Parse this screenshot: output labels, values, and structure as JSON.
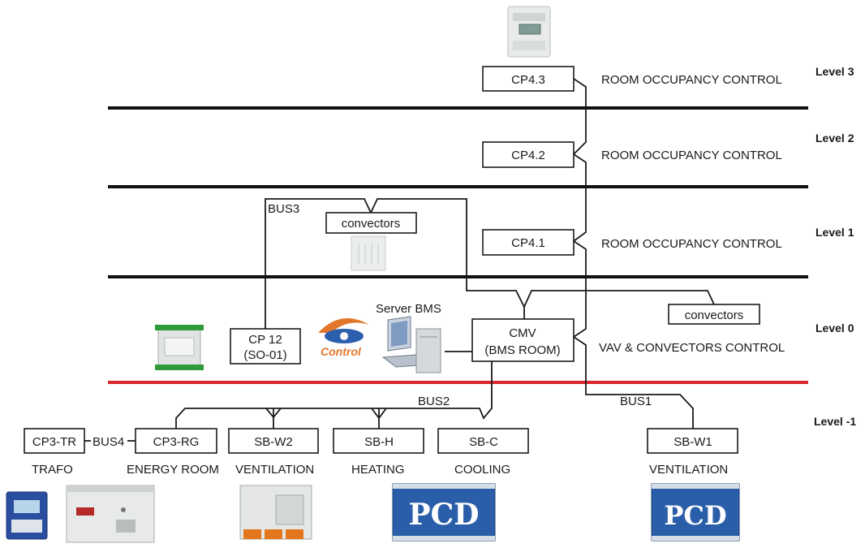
{
  "levels": [
    "Level 3",
    "Level 2",
    "Level 1",
    "Level 0",
    "Level -1"
  ],
  "nodes": {
    "cp43": "CP4.3",
    "cp42": "CP4.2",
    "cp41": "CP4.1",
    "convectors_l1": "convectors",
    "convectors_l0": "convectors",
    "cp12_line1": "CP 12",
    "cp12_line2": "(SO-01)",
    "cmv_line1": "CMV",
    "cmv_line2": "(BMS ROOM)",
    "cp3tr": "CP3-TR",
    "cp3rg": "CP3-RG",
    "sbw2": "SB-W2",
    "sbh": "SB-H",
    "sbc": "SB-C",
    "sbw1": "SB-W1"
  },
  "descriptions": {
    "l3": "ROOM OCCUPANCY CONTROL",
    "l2": "ROOM OCCUPANCY CONTROL",
    "l1": "ROOM OCCUPANCY CONTROL",
    "l0": "VAV & CONVECTORS CONTROL"
  },
  "buses": {
    "bus1": "BUS1",
    "bus2": "BUS2",
    "bus3": "BUS3",
    "bus4": "BUS4"
  },
  "server_label": "Server BMS",
  "logo_text": "Control",
  "captions": {
    "trafo": "TRAFO",
    "energy_room": "ENERGY ROOM",
    "ventilation_1": "VENTILATION",
    "heating": "HEATING",
    "cooling": "COOLING",
    "ventilation_2": "VENTILATION"
  },
  "device_text": {
    "pcd": "PCD"
  },
  "colors": {
    "floor_line": "#111111",
    "ground_line": "#d8262c",
    "device_blue": "#2a5ea8"
  }
}
